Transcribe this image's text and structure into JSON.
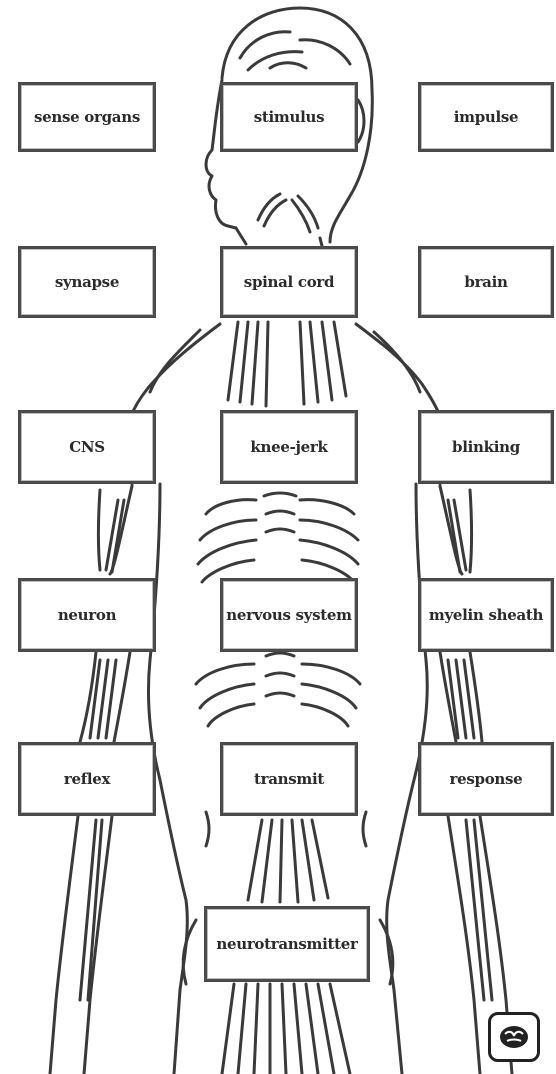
{
  "labels": {
    "sense_organs": "sense organs",
    "stimulus": "stimulus",
    "impulse": "impulse",
    "synapse": "synapse",
    "spinal_cord": "spinal cord",
    "brain": "brain",
    "cns": "CNS",
    "knee_jerk": "knee-jerk",
    "blinking": "blinking",
    "neuron": "neuron",
    "nervous_system": "nervous system",
    "myelin_sheath": "myelin sheath",
    "reflex": "reflex",
    "transmit": "transmit",
    "response": "response",
    "neurotransmitter": "neurotransmitter"
  },
  "icons": {
    "logo": "brain-logo-icon"
  },
  "colors": {
    "line": "#3a3a3a",
    "background": "#ffffff"
  }
}
